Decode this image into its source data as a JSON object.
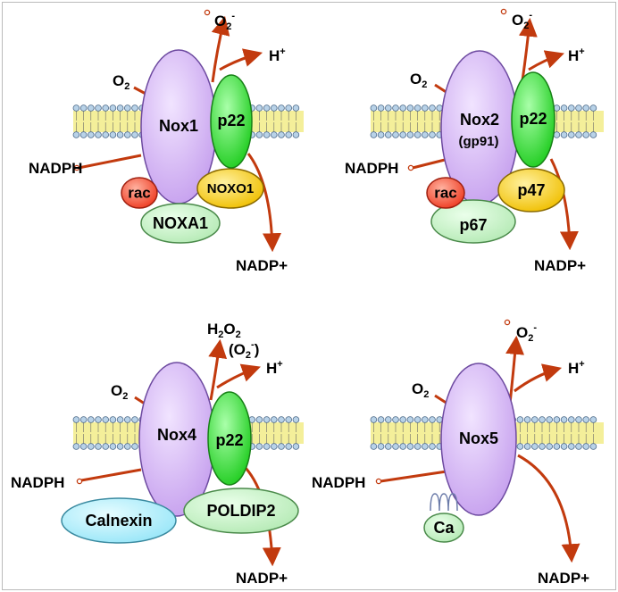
{
  "panels": [
    {
      "id": "nox1",
      "nox_label": "Nox1",
      "p22_label": "p22",
      "rac_label": "rac",
      "organizer_label": "NOXO1",
      "activator_label": "NOXA1",
      "o2_label": "O",
      "o2_sub": "2",
      "superoxide_label": "O",
      "superoxide_sub": "2",
      "superoxide_sup": "-",
      "proton_label": "H",
      "proton_sup": "+",
      "nadph_label": "NADPH",
      "nadp_label": "NADP+"
    },
    {
      "id": "nox2",
      "nox_label": "Nox2",
      "nox_sublabel": "(gp91)",
      "p22_label": "p22",
      "rac_label": "rac",
      "organizer_label": "p47",
      "activator_label": "p67",
      "o2_label": "O",
      "o2_sub": "2",
      "superoxide_label": "O",
      "superoxide_sub": "2",
      "superoxide_sup": "-",
      "proton_label": "H",
      "proton_sup": "+",
      "nadph_label": "NADPH",
      "nadp_label": "NADP+"
    },
    {
      "id": "nox4",
      "nox_label": "Nox4",
      "p22_label": "p22",
      "calnexin_label": "Calnexin",
      "poldip_label": "POLDIP2",
      "o2_label": "O",
      "o2_sub": "2",
      "h2o2_label_a": "H",
      "h2o2_sub_a": "2",
      "h2o2_label_b": "O",
      "h2o2_sub_b": "2",
      "superoxide_paren_open": "(O",
      "superoxide_sub": "2",
      "superoxide_sup": "-",
      "superoxide_paren_close": ")",
      "proton_label": "H",
      "proton_sup": "+",
      "nadph_label": "NADPH",
      "nadp_label": "NADP+"
    },
    {
      "id": "nox5",
      "nox_label": "Nox5",
      "ca_label": "Ca",
      "o2_label": "O",
      "o2_sub": "2",
      "superoxide_label": "O",
      "superoxide_sub": "2",
      "superoxide_sup": "-",
      "proton_label": "H",
      "proton_sup": "+",
      "nadph_label": "NADPH",
      "nadp_label": "NADP+"
    }
  ],
  "colors": {
    "arrow": "#c23a0e",
    "nox_fill": "#d9b8f5",
    "nox_stroke": "#6d4aa0",
    "p22_fill": "#33dd33",
    "p22_stroke": "#178017",
    "rac_fill": "#f2533a",
    "organizer_fill": "#f3c512",
    "activator_fill": "#bff0bf",
    "calnexin_fill": "#a8eefc",
    "membrane_head": "#b8d2e8",
    "membrane_tail": "#f4ef9a"
  }
}
